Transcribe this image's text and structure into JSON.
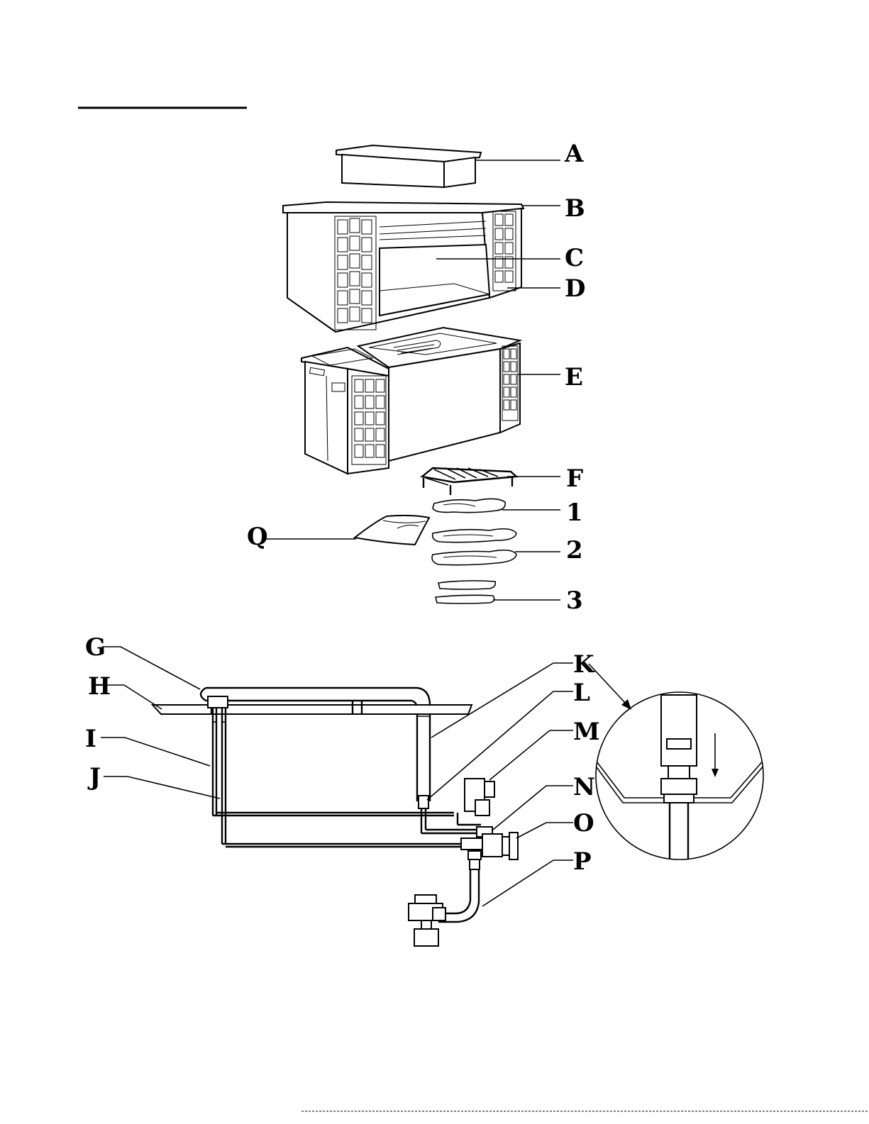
{
  "diagram": {
    "labels": {
      "A": "A",
      "B": "B",
      "C": "C",
      "D": "D",
      "E": "E",
      "F": "F",
      "log1": "1",
      "log2": "2",
      "log3": "3",
      "Q": "Q",
      "G": "G",
      "H": "H",
      "I": "I",
      "J": "J",
      "K": "K",
      "L": "L",
      "M": "M",
      "N": "N",
      "O": "O",
      "P": "P"
    }
  }
}
